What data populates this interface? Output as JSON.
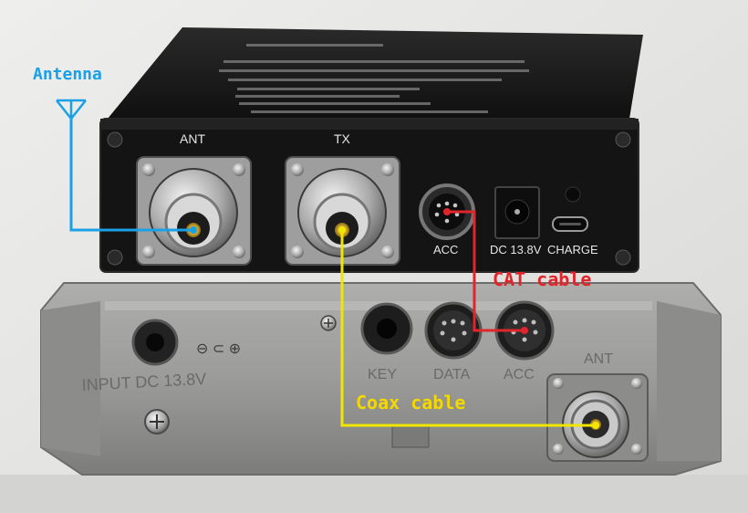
{
  "tuner": {
    "port_ant": "ANT",
    "port_tx": "TX",
    "port_acc": "ACC",
    "port_dc": "DC 13.8V",
    "port_charge": "CHARGE"
  },
  "radio": {
    "port_ant": "ANT",
    "port_key": "KEY",
    "port_data": "DATA",
    "port_acc": "ACC",
    "input_label": "INPUT DC 13.8V"
  },
  "annotations": {
    "antenna": "Antenna",
    "cat_cable": "CAT cable",
    "coax_cable": "Coax cable"
  },
  "colors": {
    "antenna_line": "#1aa0e6",
    "cat_line": "#e0262b",
    "coax_line": "#f2e600",
    "coax_text": "#f5d800",
    "cat_text": "#e0262b",
    "antenna_text": "#1aa0e6",
    "tuner_body": "#141414",
    "radio_body": "#9a9a98"
  }
}
